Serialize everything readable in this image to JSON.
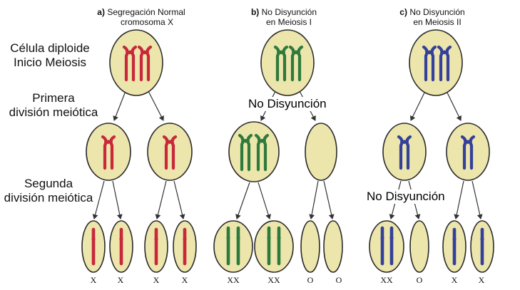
{
  "row_labels": {
    "diploid": [
      "Célula diploide",
      "Inicio Meiosis"
    ],
    "first": [
      "Primera",
      "división meiótica"
    ],
    "second": [
      "Segunda",
      "división meiótica"
    ]
  },
  "panels": [
    {
      "letter": "a)",
      "title_lines": [
        "Segregación Normal",
        "cromosoma X"
      ],
      "color": "#c8283a",
      "gametes": [
        "X",
        "X",
        "X",
        "X"
      ]
    },
    {
      "letter": "b)",
      "title_lines": [
        "No Disyunción",
        "en Meiosis I"
      ],
      "color": "#2e7a3c",
      "gametes": [
        "XX",
        "XX",
        "O",
        "O"
      ]
    },
    {
      "letter": "c)",
      "title_lines": [
        "No Disyunción",
        "en Meiosis II"
      ],
      "color": "#34409a",
      "gametes": [
        "XX",
        "O",
        "X",
        "X"
      ]
    }
  ],
  "annotations": {
    "meiosis1_nondisjunction": "No Disyunción",
    "meiosis2_nondisjunction": "No Disyunción"
  },
  "colors": {
    "cell_fill": "#ece5ac",
    "cell_stroke": "#2a2a2a",
    "arrow": "#333333"
  }
}
